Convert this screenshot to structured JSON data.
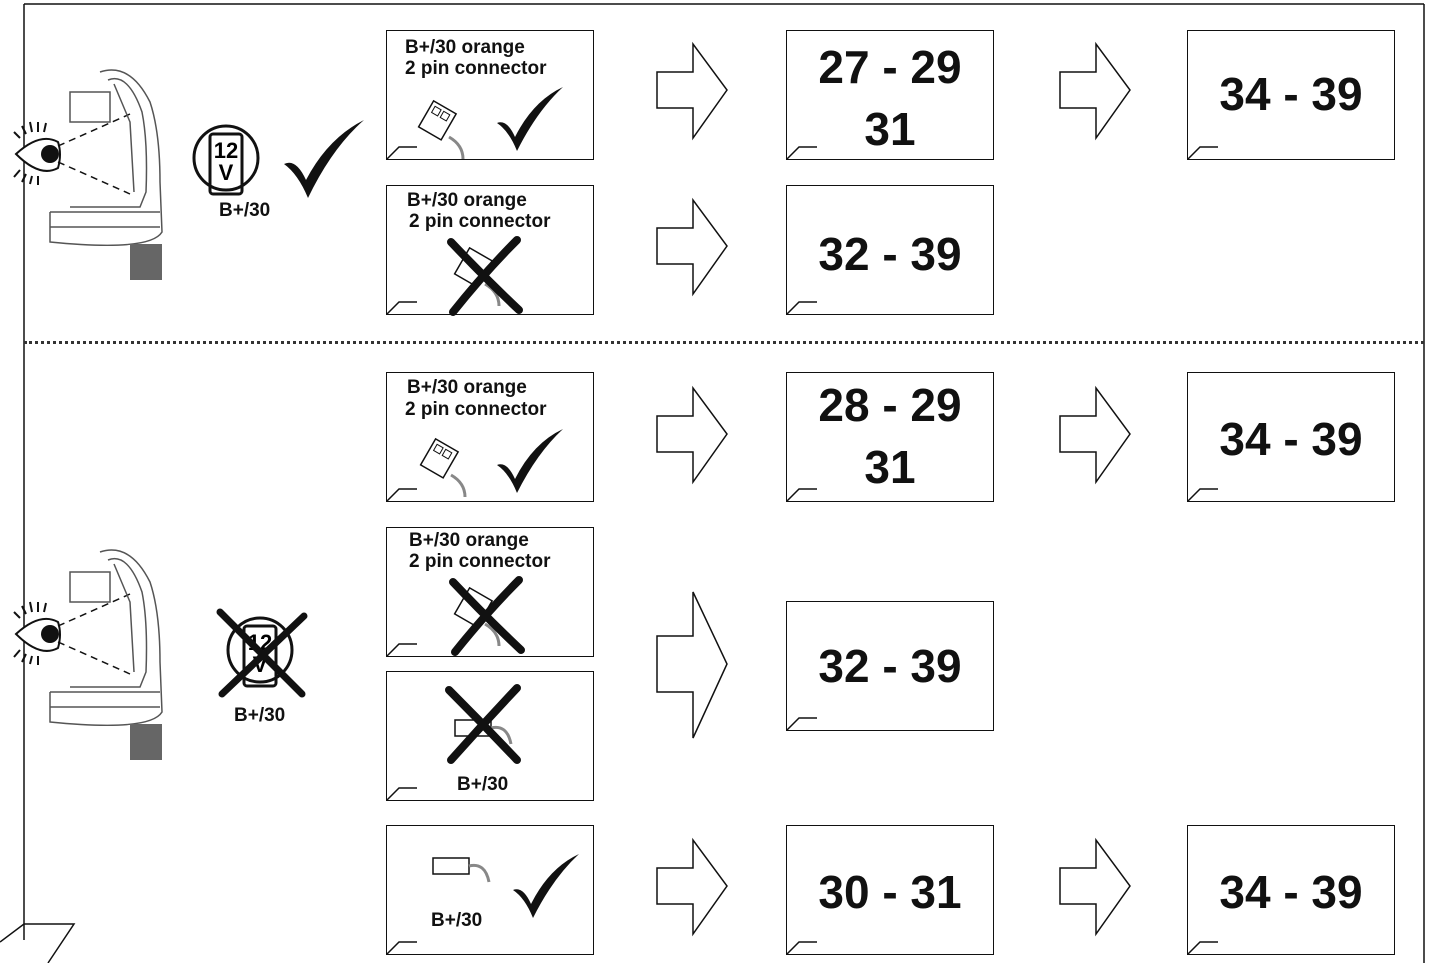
{
  "section_top": {
    "battery_label": "B+/30",
    "battery_text_top": "12",
    "battery_text_bottom": "V",
    "rows": [
      {
        "connector_line1": "B+/30 orange",
        "connector_line2": "2 pin connector",
        "pages_line1": "27 - 29",
        "pages_line2": "31",
        "next_pages": "34 - 39"
      },
      {
        "connector_line1": "B+/30 orange",
        "connector_line2": "2 pin connector",
        "pages_line1": "32 - 39"
      }
    ]
  },
  "section_bottom": {
    "battery_label": "B+/30",
    "battery_text_top": "12",
    "battery_text_bottom": "V",
    "row1": {
      "connector_line1": "B+/30 orange",
      "connector_line2": "2 pin connector",
      "pages_line1": "28 - 29",
      "pages_line2": "31",
      "next_pages": "34 - 39"
    },
    "row2": {
      "connector_line1": "B+/30 orange",
      "connector_line2": "2 pin connector",
      "plug_label": "B+/30",
      "pages_line1": "32 - 39"
    },
    "row3": {
      "plug_label": "B+/30",
      "pages_line1": "30 - 31",
      "next_pages": "34 - 39"
    }
  }
}
